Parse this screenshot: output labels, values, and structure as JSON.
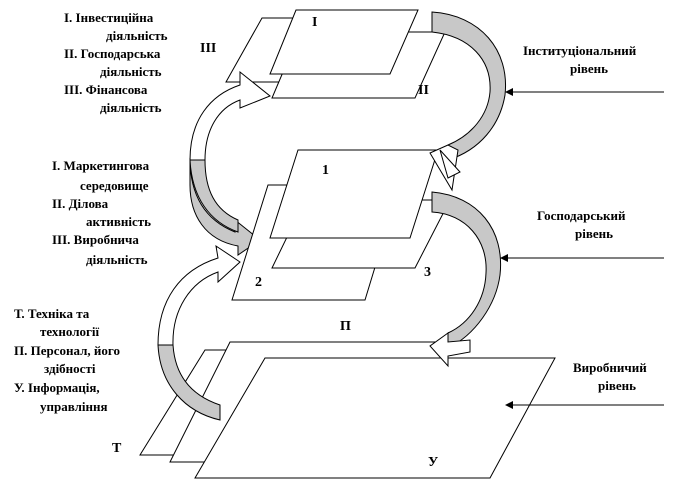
{
  "top_group": {
    "items": [
      "І. Інвестиційна",
      "діяльність",
      "ІІ. Господарська",
      "діяльність",
      "ІІІ. Фінансова",
      "діяльність"
    ],
    "planes": {
      "I": "І",
      "II": "ІІ",
      "III": "ІІІ"
    },
    "level_label": [
      "Інституціональний",
      "рівень"
    ]
  },
  "middle_group": {
    "items": [
      "І. Маркетингова",
      "середовище",
      "ІІ. Ділова",
      "активність",
      "ІІІ. Виробнича",
      "діяльність"
    ],
    "planes": {
      "p1": "1",
      "p2": "2",
      "p3": "3"
    },
    "level_label": [
      "Господарський",
      "рівень"
    ]
  },
  "bottom_group": {
    "items": [
      "Т. Техніка та",
      "технології",
      "П. Персонал, його",
      "здібності",
      "У. Інформація,",
      "управління"
    ],
    "planes": {
      "T": "Т",
      "P": "П",
      "U": "У"
    },
    "level_label": [
      "Виробничий",
      "рівень"
    ]
  },
  "colors": {
    "arrow_fill": "#c8c8c8",
    "stroke": "#000000"
  }
}
